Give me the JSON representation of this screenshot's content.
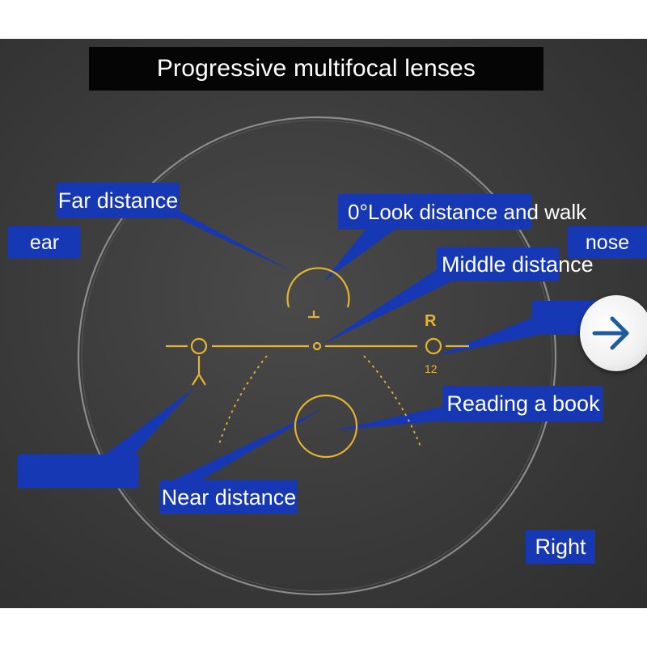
{
  "title": "Progressive multifocal lenses",
  "callouts": {
    "far_distance": "Far distance",
    "look_distance": "0°Look distance and walk",
    "ear": "ear",
    "nose": "nose",
    "middle_distance": "Middle distance",
    "reading": "Reading a book",
    "near_distance": "Near distance",
    "right": "Right",
    "unlabeled_1": "",
    "unlabeled_2": ""
  },
  "lens_marks": {
    "eye_letter": "R",
    "number": "12"
  },
  "colors": {
    "callout_blue": "#1638b4",
    "marking_gold": "#e6b430",
    "background": "#3a3a3a",
    "title_bg": "#050505"
  },
  "icons": {
    "next": "arrow-right-icon"
  }
}
